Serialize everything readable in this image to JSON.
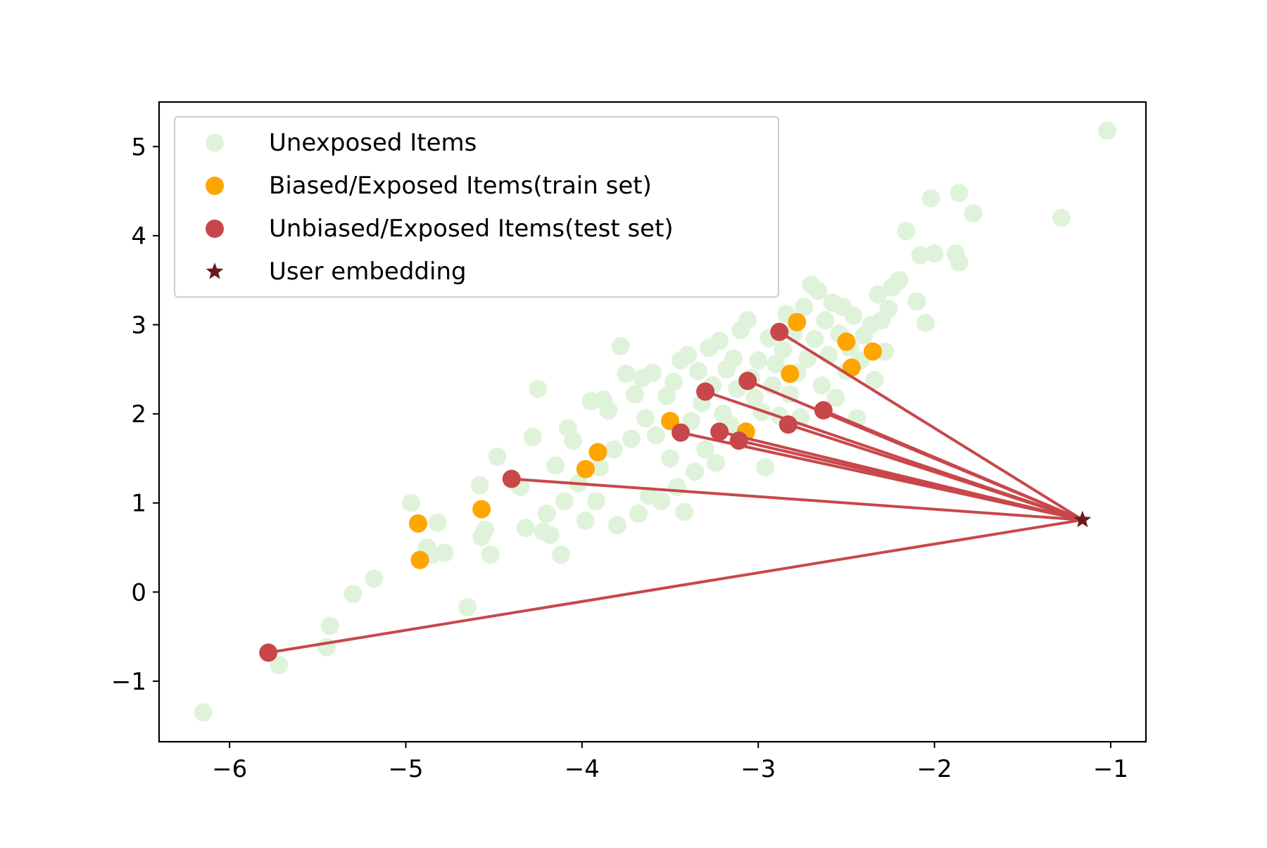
{
  "chart_data": {
    "type": "scatter",
    "title": "",
    "xlabel": "",
    "ylabel": "",
    "xlim": [
      -6.4,
      -0.8
    ],
    "ylim": [
      -1.68,
      5.5
    ],
    "grid": false,
    "x_ticks": [
      {
        "value": -6,
        "label": "−6"
      },
      {
        "value": -5,
        "label": "−5"
      },
      {
        "value": -4,
        "label": "−4"
      },
      {
        "value": -3,
        "label": "−3"
      },
      {
        "value": -2,
        "label": "−2"
      },
      {
        "value": -1,
        "label": "−1"
      }
    ],
    "y_ticks": [
      {
        "value": -1,
        "label": "−1"
      },
      {
        "value": 0,
        "label": "0"
      },
      {
        "value": 1,
        "label": "1"
      },
      {
        "value": 2,
        "label": "2"
      },
      {
        "value": 3,
        "label": "3"
      },
      {
        "value": 4,
        "label": "4"
      },
      {
        "value": 5,
        "label": "5"
      }
    ],
    "legend_position": "upper-left",
    "series": [
      {
        "name": "Unexposed Items",
        "marker": "circle",
        "color": "#dff3da",
        "points": [
          [
            -6.15,
            -1.35
          ],
          [
            -5.72,
            -0.82
          ],
          [
            -5.45,
            -0.62
          ],
          [
            -5.43,
            -0.38
          ],
          [
            -5.3,
            -0.02
          ],
          [
            -5.18,
            0.15
          ],
          [
            -4.97,
            1.0
          ],
          [
            -4.88,
            0.5
          ],
          [
            -4.85,
            0.42
          ],
          [
            -4.82,
            0.78
          ],
          [
            -4.78,
            0.44
          ],
          [
            -4.65,
            -0.17
          ],
          [
            -4.58,
            1.2
          ],
          [
            -4.57,
            0.62
          ],
          [
            -4.55,
            0.7
          ],
          [
            -4.52,
            0.42
          ],
          [
            -4.48,
            1.52
          ],
          [
            -4.35,
            1.18
          ],
          [
            -4.32,
            0.72
          ],
          [
            -4.28,
            1.74
          ],
          [
            -4.25,
            2.28
          ],
          [
            -4.22,
            0.68
          ],
          [
            -4.2,
            0.88
          ],
          [
            -4.18,
            0.64
          ],
          [
            -4.15,
            1.42
          ],
          [
            -4.12,
            0.42
          ],
          [
            -4.1,
            1.02
          ],
          [
            -4.08,
            1.84
          ],
          [
            -4.05,
            1.7
          ],
          [
            -4.02,
            1.22
          ],
          [
            -3.98,
            0.8
          ],
          [
            -3.95,
            2.14
          ],
          [
            -3.92,
            1.02
          ],
          [
            -3.9,
            1.4
          ],
          [
            -3.88,
            2.16
          ],
          [
            -3.85,
            2.04
          ],
          [
            -3.82,
            1.6
          ],
          [
            -3.8,
            0.75
          ],
          [
            -3.78,
            2.76
          ],
          [
            -3.75,
            2.45
          ],
          [
            -3.72,
            1.72
          ],
          [
            -3.7,
            2.22
          ],
          [
            -3.68,
            0.88
          ],
          [
            -3.66,
            2.4
          ],
          [
            -3.64,
            1.95
          ],
          [
            -3.62,
            1.08
          ],
          [
            -3.6,
            2.46
          ],
          [
            -3.58,
            1.76
          ],
          [
            -3.55,
            1.02
          ],
          [
            -3.52,
            2.2
          ],
          [
            -3.5,
            1.5
          ],
          [
            -3.48,
            2.36
          ],
          [
            -3.46,
            1.18
          ],
          [
            -3.44,
            2.6
          ],
          [
            -3.42,
            0.9
          ],
          [
            -3.4,
            2.66
          ],
          [
            -3.38,
            1.92
          ],
          [
            -3.36,
            1.35
          ],
          [
            -3.34,
            2.48
          ],
          [
            -3.32,
            2.12
          ],
          [
            -3.3,
            1.6
          ],
          [
            -3.28,
            2.74
          ],
          [
            -3.26,
            2.32
          ],
          [
            -3.24,
            1.45
          ],
          [
            -3.22,
            2.82
          ],
          [
            -3.2,
            2.0
          ],
          [
            -3.18,
            2.5
          ],
          [
            -3.16,
            1.88
          ],
          [
            -3.14,
            2.62
          ],
          [
            -3.12,
            2.28
          ],
          [
            -3.1,
            2.94
          ],
          [
            -3.08,
            1.72
          ],
          [
            -3.06,
            3.05
          ],
          [
            -3.04,
            2.4
          ],
          [
            -3.02,
            2.18
          ],
          [
            -3.0,
            2.6
          ],
          [
            -2.98,
            2.02
          ],
          [
            -2.96,
            1.4
          ],
          [
            -2.94,
            2.85
          ],
          [
            -2.92,
            2.32
          ],
          [
            -2.9,
            2.56
          ],
          [
            -2.88,
            1.98
          ],
          [
            -2.86,
            2.72
          ],
          [
            -2.84,
            3.12
          ],
          [
            -2.82,
            2.22
          ],
          [
            -2.8,
            2.9
          ],
          [
            -2.78,
            2.46
          ],
          [
            -2.76,
            1.96
          ],
          [
            -2.74,
            3.2
          ],
          [
            -2.72,
            2.62
          ],
          [
            -2.7,
            3.45
          ],
          [
            -2.68,
            2.84
          ],
          [
            -2.66,
            3.38
          ],
          [
            -2.64,
            2.32
          ],
          [
            -2.62,
            3.05
          ],
          [
            -2.6,
            2.66
          ],
          [
            -2.58,
            3.25
          ],
          [
            -2.56,
            2.18
          ],
          [
            -2.54,
            2.9
          ],
          [
            -2.52,
            3.2
          ],
          [
            -2.5,
            2.48
          ],
          [
            -2.48,
            2.74
          ],
          [
            -2.46,
            3.1
          ],
          [
            -2.44,
            1.95
          ],
          [
            -2.42,
            2.6
          ],
          [
            -2.4,
            2.88
          ],
          [
            -2.36,
            3.0
          ],
          [
            -2.34,
            2.38
          ],
          [
            -2.32,
            3.34
          ],
          [
            -2.3,
            3.05
          ],
          [
            -2.28,
            2.7
          ],
          [
            -2.26,
            3.18
          ],
          [
            -2.24,
            3.42
          ],
          [
            -2.2,
            3.5
          ],
          [
            -2.16,
            4.05
          ],
          [
            -2.1,
            3.26
          ],
          [
            -2.08,
            3.78
          ],
          [
            -2.05,
            3.02
          ],
          [
            -2.02,
            4.42
          ],
          [
            -2.0,
            3.8
          ],
          [
            -1.88,
            3.8
          ],
          [
            -1.86,
            3.7
          ],
          [
            -1.86,
            4.48
          ],
          [
            -1.78,
            4.25
          ],
          [
            -1.28,
            4.2
          ],
          [
            -1.02,
            5.18
          ]
        ]
      },
      {
        "name": "Biased/Exposed Items(train set)",
        "marker": "circle",
        "color": "#ffa500",
        "points": [
          [
            -4.93,
            0.77
          ],
          [
            -4.92,
            0.36
          ],
          [
            -4.57,
            0.93
          ],
          [
            -3.98,
            1.38
          ],
          [
            -3.91,
            1.57
          ],
          [
            -3.5,
            1.92
          ],
          [
            -3.07,
            1.8
          ],
          [
            -2.82,
            2.45
          ],
          [
            -2.78,
            3.03
          ],
          [
            -2.5,
            2.81
          ],
          [
            -2.47,
            2.52
          ],
          [
            -2.35,
            2.7
          ]
        ]
      },
      {
        "name": "Unbiased/Exposed Items(test set)",
        "marker": "circle",
        "color": "#c8474a",
        "points": [
          [
            -5.78,
            -0.68
          ],
          [
            -4.4,
            1.27
          ],
          [
            -3.44,
            1.79
          ],
          [
            -3.3,
            2.25
          ],
          [
            -3.22,
            1.8
          ],
          [
            -3.11,
            1.7
          ],
          [
            -3.06,
            2.37
          ],
          [
            -2.88,
            2.92
          ],
          [
            -2.83,
            1.88
          ],
          [
            -2.63,
            2.04
          ]
        ]
      },
      {
        "name": "User embedding",
        "marker": "star",
        "color": "#6b1a1c",
        "points": [
          [
            -1.16,
            0.81
          ]
        ]
      }
    ],
    "connection_lines": {
      "color": "#c8474a",
      "from_series": "Unbiased/Exposed Items(test set)",
      "to_series": "User embedding"
    }
  }
}
